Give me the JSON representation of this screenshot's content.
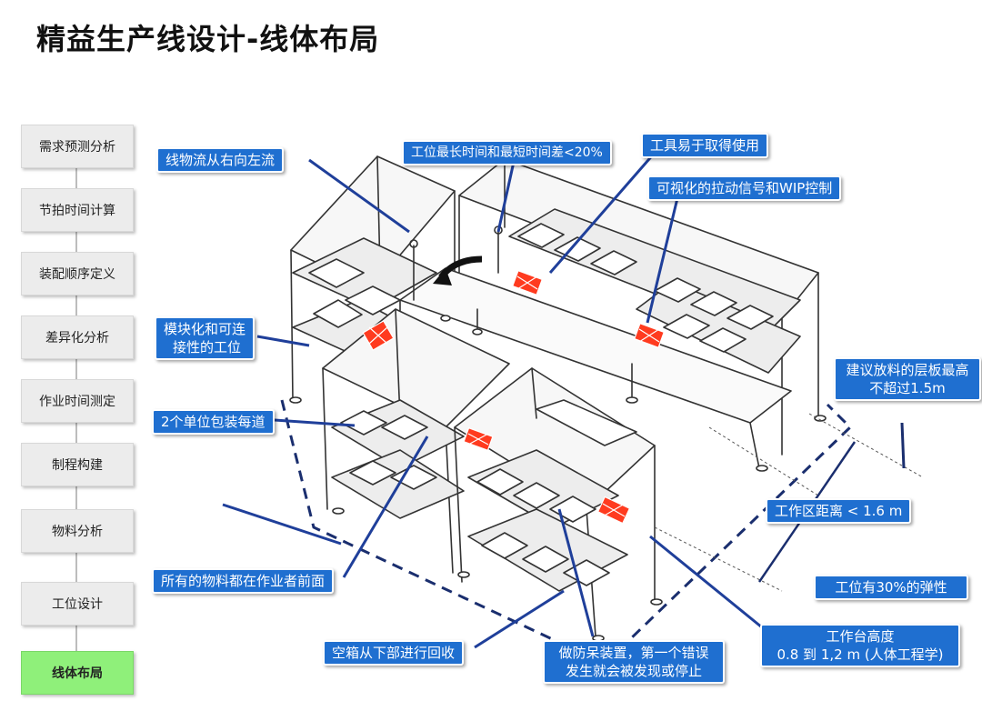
{
  "title": "精益生产线设计-线体布局",
  "nav": {
    "items": [
      {
        "label": "需求预测分析"
      },
      {
        "label": "节拍时间计算"
      },
      {
        "label": "装配顺序定义"
      },
      {
        "label": "差异化分析"
      },
      {
        "label": "作业时间测定"
      },
      {
        "label": "制程构建"
      },
      {
        "label": "物料分析"
      },
      {
        "label": "工位设计"
      },
      {
        "label": "线体布局"
      }
    ],
    "active_index": 8,
    "active_color": "#8ff07a"
  },
  "callouts": {
    "flow_direction": "线物流从右向左流",
    "time_diff": "工位最长时间和最短时间差<20%",
    "tools_easy": "工具易于取得使用",
    "visual_signal": "可视化的拉动信号和WIP控制",
    "modular_line1": "模块化和可连",
    "modular_line2": "接性的工位",
    "two_units": "2个单位包装每道",
    "shelf_height_line1": "建议放料的层板最高",
    "shelf_height_line2": "不超过1.5m",
    "work_distance": "工作区距离 < 1.6 m",
    "station_flex": "工位有30%的弹性",
    "materials_front": "所有的物料都在作业者前面",
    "bench_height_line1": "工作台高度",
    "bench_height_line2": "0.8 到 1,2 m (人体工程学)",
    "empty_box": "空箱从下部进行回收",
    "poka_line1": "做防呆装置，第一个错误",
    "poka_line2": "发生就会被发现或停止"
  },
  "colors": {
    "callout_bg": "#1f6fd0",
    "marker": "#ff3b1f",
    "leader": "#1f3f9a"
  }
}
